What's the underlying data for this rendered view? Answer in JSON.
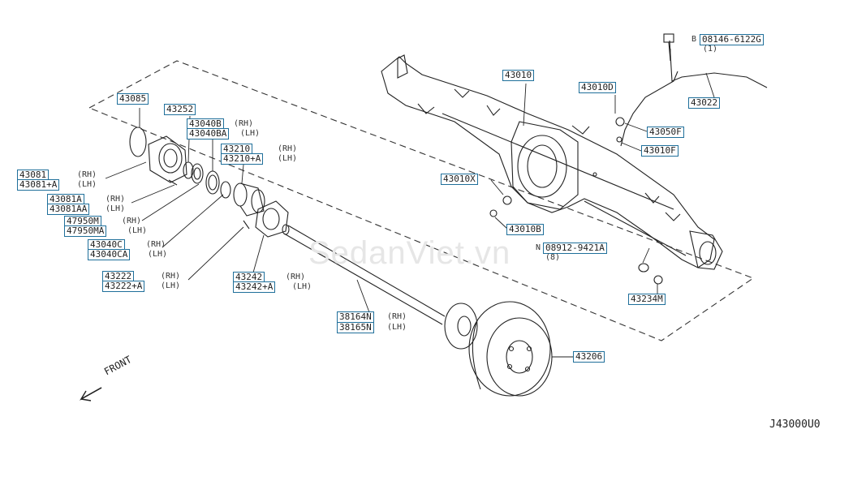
{
  "diagram": {
    "watermark": "SedanViet.vn",
    "diagram_code": "J43000U0",
    "front_label": "FRONT",
    "parts": [
      {
        "id": "p43085",
        "a": "43085"
      },
      {
        "id": "p43252",
        "a": "43252"
      },
      {
        "id": "p43040B",
        "a": "43040B",
        "b": "43040BA",
        "a_side": "(RH)",
        "b_side": "(LH)"
      },
      {
        "id": "p43210",
        "a": "43210",
        "b": "43210+A",
        "a_side": "(RH)",
        "b_side": "(LH)"
      },
      {
        "id": "p43081",
        "a": "43081",
        "b": "43081+A",
        "a_side": "(RH)",
        "b_side": "(LH)"
      },
      {
        "id": "p43081A",
        "a": "43081A",
        "b": "43081AA",
        "a_side": "(RH)",
        "b_side": "(LH)"
      },
      {
        "id": "p47950M",
        "a": "47950M",
        "b": "47950MA",
        "a_side": "(RH)",
        "b_side": "(LH)"
      },
      {
        "id": "p43040C",
        "a": "43040C",
        "b": "43040CA",
        "a_side": "(RH)",
        "b_side": "(LH)"
      },
      {
        "id": "p43222",
        "a": "43222",
        "b": "43222+A",
        "a_side": "(RH)",
        "b_side": "(LH)"
      },
      {
        "id": "p43242",
        "a": "43242",
        "b": "43242+A",
        "a_side": "(RH)",
        "b_side": "(LH)"
      },
      {
        "id": "p38164N",
        "a": "38164N",
        "b": "38165N",
        "a_side": "(RH)",
        "b_side": "(LH)"
      },
      {
        "id": "p43010",
        "a": "43010"
      },
      {
        "id": "p43010D",
        "a": "43010D"
      },
      {
        "id": "p08146",
        "a": "08146-6122G",
        "qty": "(1)",
        "prefix": "B"
      },
      {
        "id": "p43022",
        "a": "43022"
      },
      {
        "id": "p43050F",
        "a": "43050F"
      },
      {
        "id": "p43010F",
        "a": "43010F"
      },
      {
        "id": "p43010X",
        "a": "43010X"
      },
      {
        "id": "p43010B",
        "a": "43010B"
      },
      {
        "id": "p08912",
        "a": "08912-9421A",
        "qty": "(8)",
        "prefix": "N"
      },
      {
        "id": "p43234M",
        "a": "43234M"
      },
      {
        "id": "p43206",
        "a": "43206"
      }
    ]
  }
}
